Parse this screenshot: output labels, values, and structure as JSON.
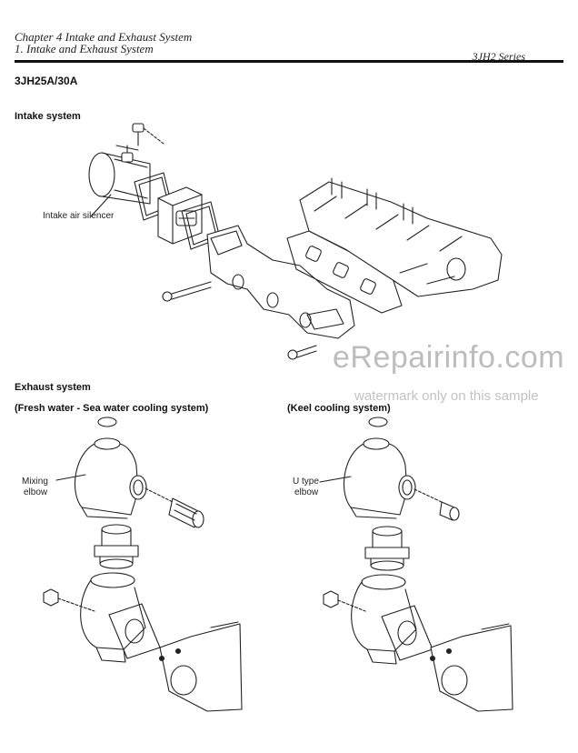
{
  "header": {
    "chapter": "Chapter 4 Intake and Exhaust System",
    "section": "1. Intake and Exhaust System",
    "series": "3JH2 Series"
  },
  "model": "3JH25A/30A",
  "intake": {
    "heading": "Intake system",
    "label_silencer": "Intake air silencer"
  },
  "exhaust": {
    "heading": "Exhaust system",
    "fresh_heading": "(Fresh water - Sea water cooling system)",
    "keel_heading": "(Keel cooling system)",
    "mixing_label_1": "Mixing",
    "mixing_label_2": "elbow",
    "utype_label_1": "U type",
    "utype_label_2": "elbow"
  },
  "watermark": {
    "site": "eRepairinfo.com",
    "note": "watermark only on this sample"
  }
}
